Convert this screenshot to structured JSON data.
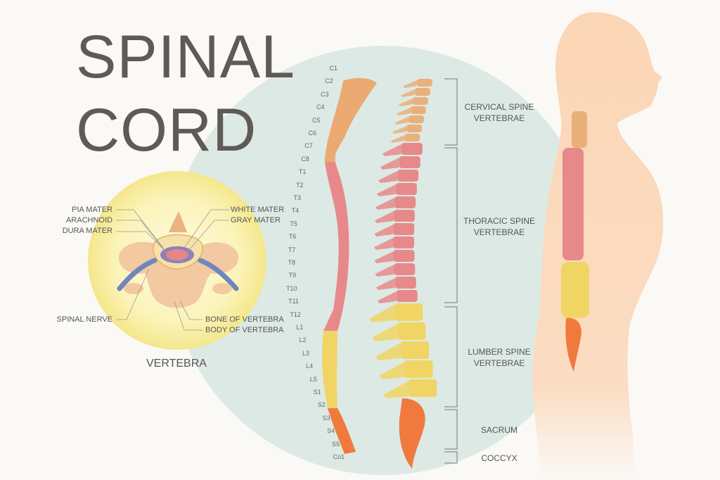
{
  "title": {
    "line1": "SPINAL",
    "line2": "CORD"
  },
  "vertebra": {
    "caption": "VERTEBRA",
    "labels_left": [
      "PIA MATER",
      "ARACHNOID",
      "DURA MATER"
    ],
    "labels_right": [
      "WHITE MATER",
      "GRAY MATER"
    ],
    "label_nerve": "SPINAL NERVE",
    "labels_bottom_right": [
      "BONE OF VERTEBRA",
      "BODY OF VERTEBRA"
    ]
  },
  "levels": [
    "C1",
    "C2",
    "C3",
    "C4",
    "C5",
    "C6",
    "C7",
    "C8",
    "T1",
    "T2",
    "T3",
    "T4",
    "T5",
    "T6",
    "T7",
    "T8",
    "T9",
    "T10",
    "T11",
    "T12",
    "L1",
    "L2",
    "L3",
    "L4",
    "L5",
    "S1",
    "S2",
    "S3",
    "S4",
    "S5",
    "Co1"
  ],
  "sections": [
    {
      "line1": "CERVICAL SPINE",
      "line2": "VERTEBRAE"
    },
    {
      "line1": "THORACIC SPINE",
      "line2": "VERTEBRAE"
    },
    {
      "line1": "LUMBER SPINE",
      "line2": "VERTEBRAE"
    },
    {
      "line1": "SACRUM",
      "line2": ""
    },
    {
      "line1": "COCCYX",
      "line2": ""
    }
  ],
  "colors": {
    "cervical": "#e9b07a",
    "thoracic": "#e7898a",
    "lumbar": "#f0d564",
    "sacrum": "#f0793e",
    "body": "#fbd8b8",
    "circle": "#dbe9e4",
    "nerve": "#6f86c0"
  }
}
